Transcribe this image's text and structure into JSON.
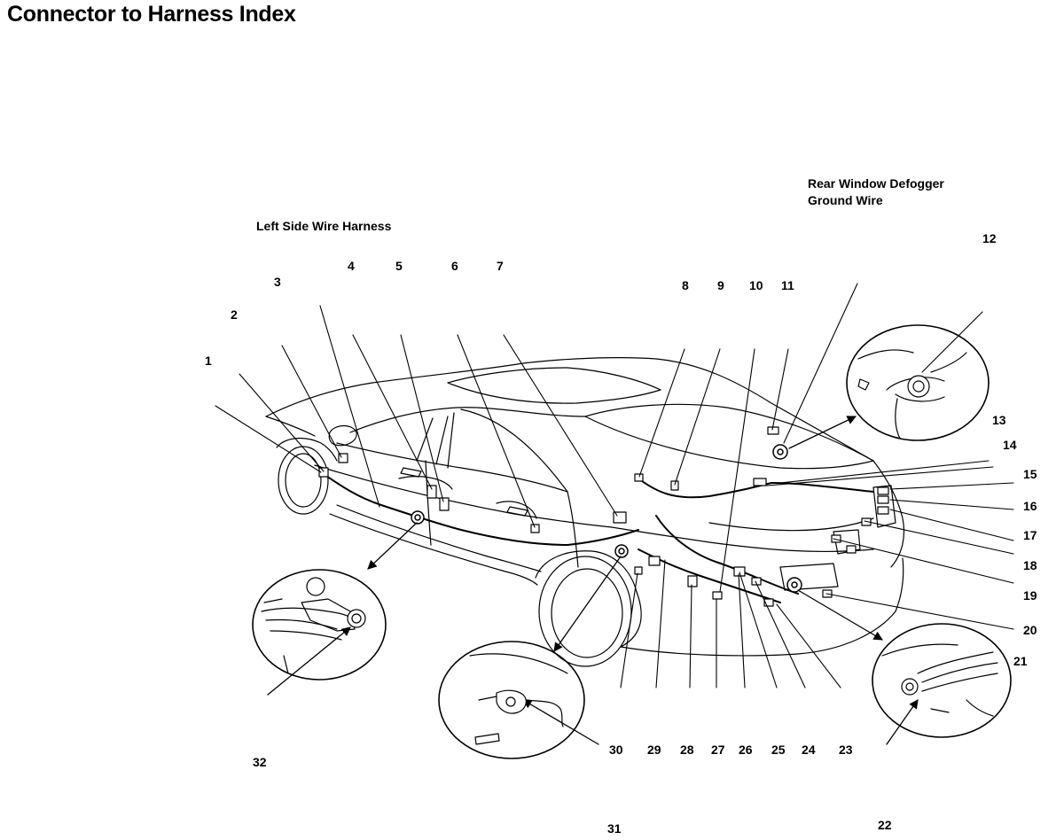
{
  "title": "Connector to Harness Index",
  "labels": {
    "left_harness": "Left Side Wire Harness",
    "defogger_line1": "Rear Window Defogger",
    "defogger_line2": "Ground Wire"
  },
  "callouts": [
    "1",
    "2",
    "3",
    "4",
    "5",
    "6",
    "7",
    "8",
    "9",
    "10",
    "11",
    "12",
    "13",
    "14",
    "15",
    "16",
    "17",
    "18",
    "19",
    "20",
    "21",
    "22",
    "23",
    "24",
    "25",
    "26",
    "27",
    "28",
    "29",
    "30",
    "31",
    "32"
  ]
}
